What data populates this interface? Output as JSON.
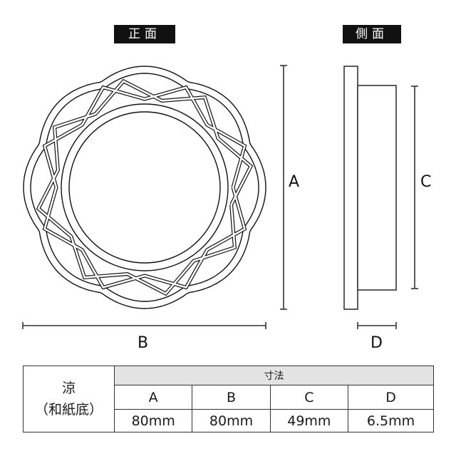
{
  "views": {
    "front_label": "正面",
    "side_label": "側面"
  },
  "dimensions": {
    "A": "A",
    "B": "B",
    "C": "C",
    "D": "D"
  },
  "table": {
    "product_name": "涼",
    "product_subname": "（和紙底）",
    "header": "寸法",
    "columns": [
      "A",
      "B",
      "C",
      "D"
    ],
    "values": [
      "80mm",
      "80mm",
      "49mm",
      "6.5mm"
    ]
  },
  "colors": {
    "line": "#111111",
    "label_bg": "#111111",
    "table_header_bg": "#e3e3e3"
  }
}
